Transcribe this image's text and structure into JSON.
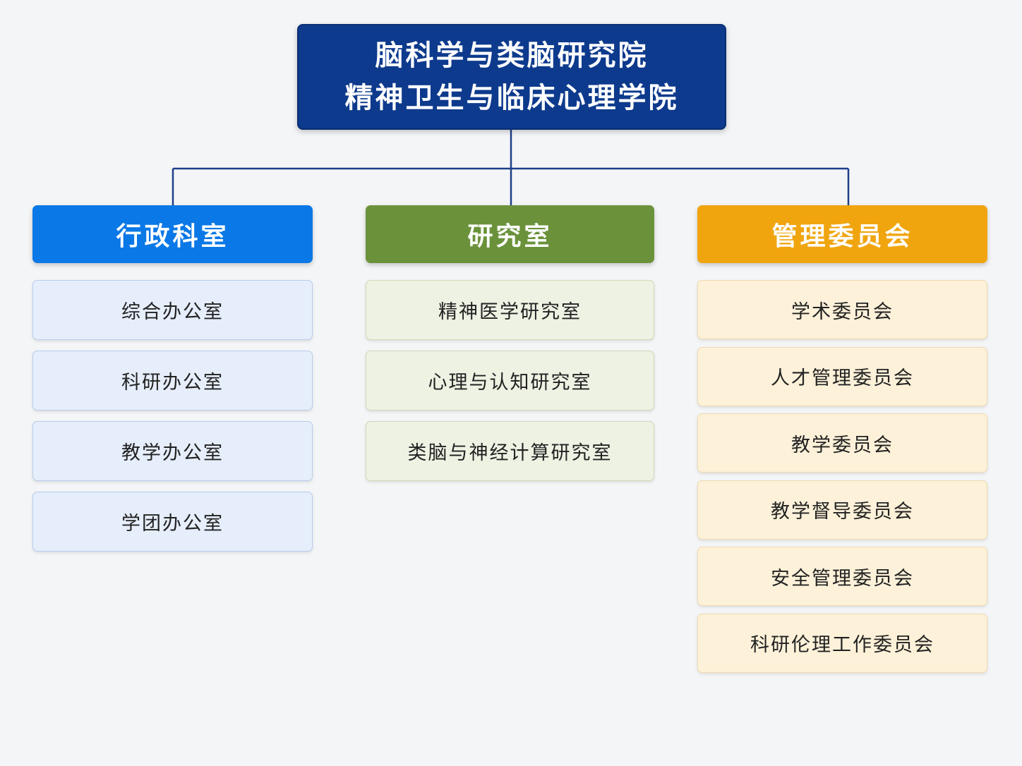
{
  "root": {
    "line1": "脑科学与类脑研究院",
    "line2": "精神卫生与临床心理学院"
  },
  "columns": {
    "admin": {
      "title": "行政科室",
      "color": "#0a78e6",
      "items": [
        "综合办公室",
        "科研办公室",
        "教学办公室",
        "学团办公室"
      ]
    },
    "research": {
      "title": "研究室",
      "color": "#6b923b",
      "items": [
        "精神医学研究室",
        "心理与认知研究室",
        "类脑与神经计算研究室"
      ]
    },
    "committee": {
      "title": "管理委员会",
      "color": "#f0a50f",
      "items": [
        "学术委员会",
        "人才管理委员会",
        "教学委员会",
        "教学督导委员会",
        "安全管理委员会",
        "科研伦理工作委员会"
      ]
    }
  },
  "colors": {
    "root": "#0d3a8c",
    "connector": "#1f3f8a",
    "background": "#f4f5f7"
  }
}
